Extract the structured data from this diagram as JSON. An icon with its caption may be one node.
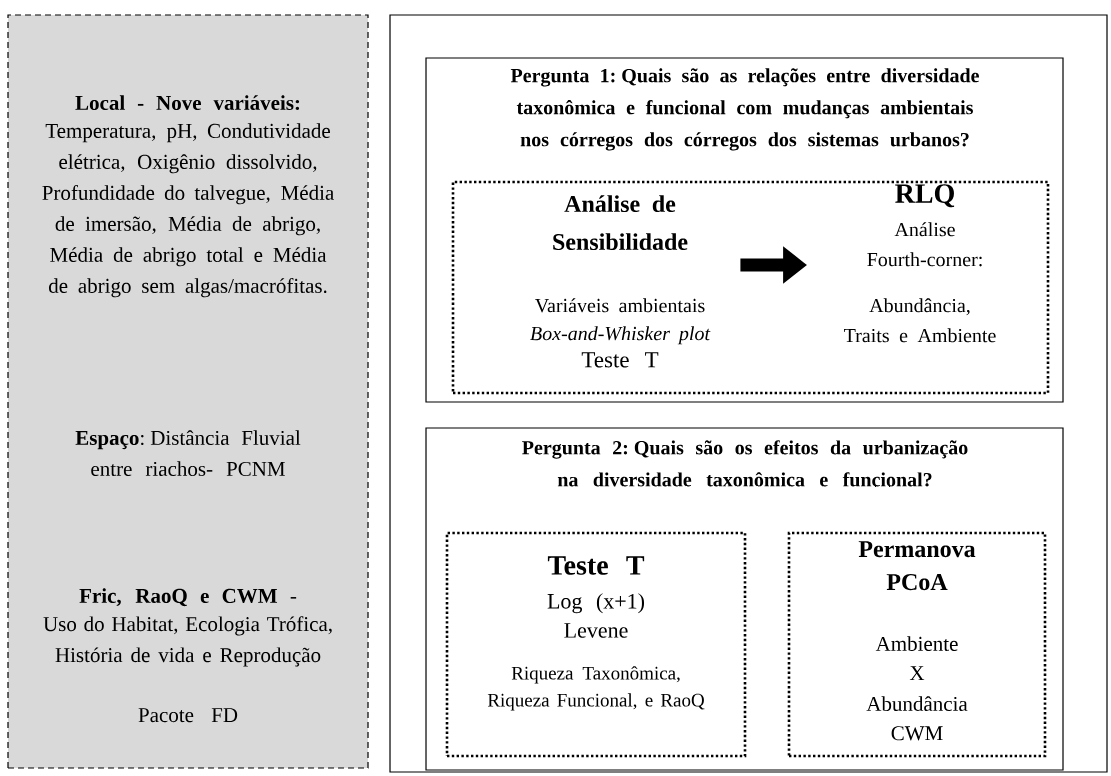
{
  "diagram": {
    "nodes": [
      {
        "text": [
          "Local - Nove variáveis:",
          "Temperatura, pH, Condutividade elétrica, Oxigênio dissolvido, Profundidade do talvegue, Média de imersão, Média de abrigo, Média de abrigo total e Média de abrigo sem algas/macrófitas.",
          "**Espaço**: Distância Fluvial entre riachos- PCNM",
          "**Fric, RaoQ e CWM** -",
          "Uso do Habitat, Ecologia Trófica, História de vida e Reprodução",
          "Pacote FD"
        ]
      },
      {
        "text": [],
        "shape": "box"
      },
      {
        "text": [
          "Pergunta 1: Quais são as relações entre diversidade taxonômica e funcional com mudanças ambientais nos córregos dos córregos dos sistemas urbanos?"
        ],
        "in": 1
      },
      {
        "text": [],
        "shape": "box",
        "in": 2
      },
      {
        "text": [
          "Análise de Sensibilidade",
          "Variáveis ambientais",
          "Box-and-Whisker plot",
          "Teste T"
        ],
        "in": 3
      },
      {
        "text": [
          "RLQ",
          "Análise Fourth-corner:",
          "Abundância, Traits e Ambiente"
        ],
        "in": 3
      },
      {
        "text": [
          "Pergunta 2: Quais são os efeitos da urbanização na diversidade taxonômica e funcional?"
        ],
        "in": 1
      },
      {
        "text": [
          "Teste T",
          "Log (x+1)",
          "Levene",
          "Riqueza Taxonômica, Riqueza Funcional, e RaoQ"
        ],
        "in": 6
      },
      {
        "text": [
          "Permanova PCoA",
          "Ambiente",
          "X",
          "Abundância",
          "CWM"
        ],
        "in": 6
      }
    ],
    "edges": [
      {
        "from": 4,
        "to": 5,
        "arrow": "to"
      }
    ]
  }
}
